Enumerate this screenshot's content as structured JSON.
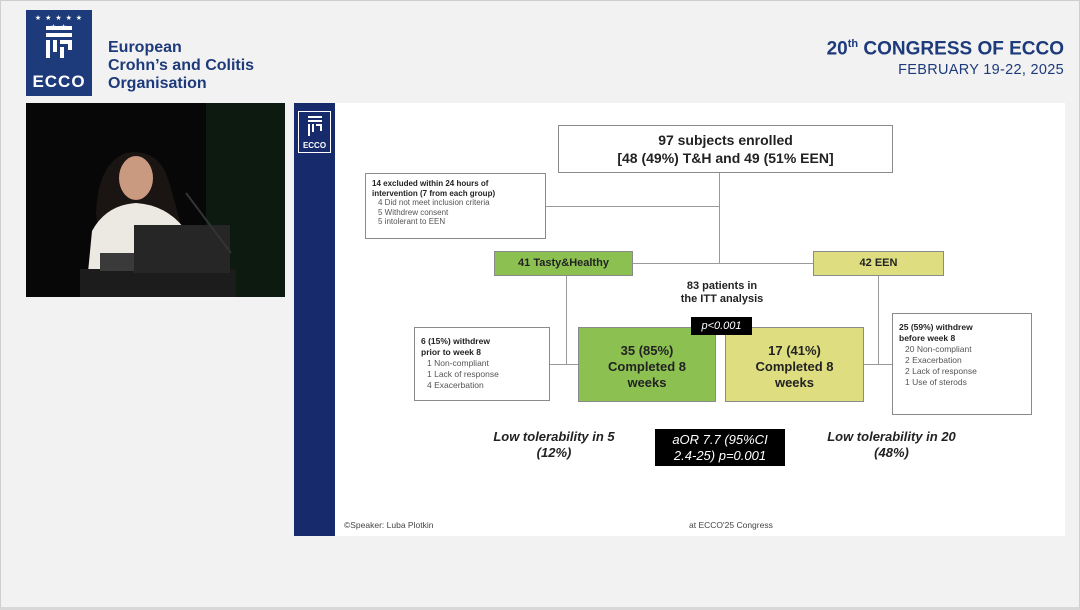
{
  "header": {
    "logo_word": "ECCO",
    "org_name": [
      "European",
      "Crohn’s and Colitis",
      "Organisation"
    ],
    "congress_ordinal": "20",
    "congress_suffix": "th",
    "congress_title": " CONGRESS OF ECCO",
    "congress_date": "FEBRUARY 19-22, 2025"
  },
  "slide": {
    "logo_word": "ECCO",
    "enrolled": [
      "97 subjects enrolled",
      "[48 (49%) T&H and 49 (51% EEN]"
    ],
    "excluded": {
      "heading": [
        "14 excluded within 24 hours of",
        "intervention (7 from each group)"
      ],
      "items": [
        "4 Did not meet inclusion criteria",
        "5 Withdrew consent",
        "5 intolerant to EEN"
      ]
    },
    "arm_left": "41 Tasty&Healthy",
    "arm_right": "42 EEN",
    "itt": [
      "83 patients in",
      "the ITT analysis"
    ],
    "p_value": "p<0.001",
    "withdrew_left": {
      "heading": [
        "6 (15%) withdrew",
        "prior to week 8"
      ],
      "items": [
        "1 Non-compliant",
        "1 Lack of response",
        "4 Exacerbation"
      ]
    },
    "withdrew_right": {
      "heading": [
        "25 (59%) withdrew",
        "before week 8"
      ],
      "items": [
        "20 Non-compliant",
        "2 Exacerbation",
        "2 Lack of response",
        "1 Use of sterods"
      ]
    },
    "completed_left": [
      "35 (85%)",
      "Completed 8",
      "weeks"
    ],
    "completed_right": [
      "17 (41%)",
      "Completed 8",
      "weeks"
    ],
    "tolerability_left": [
      "Low tolerability in 5",
      "(12%)"
    ],
    "tolerability_right": [
      "Low tolerability in 20",
      "(48%)"
    ],
    "aor": [
      "aOR 7.7 (95%CI",
      "2.4-25) p=0.001"
    ],
    "footer_left": "©Speaker: Luba Plotkin",
    "footer_right": "at ECCO'25 Congress"
  },
  "colors": {
    "brand_blue": "#1d3a7a",
    "slide_bar": "#172a6b",
    "th_green": "#8cc152",
    "een_yellow": "#dede80"
  }
}
